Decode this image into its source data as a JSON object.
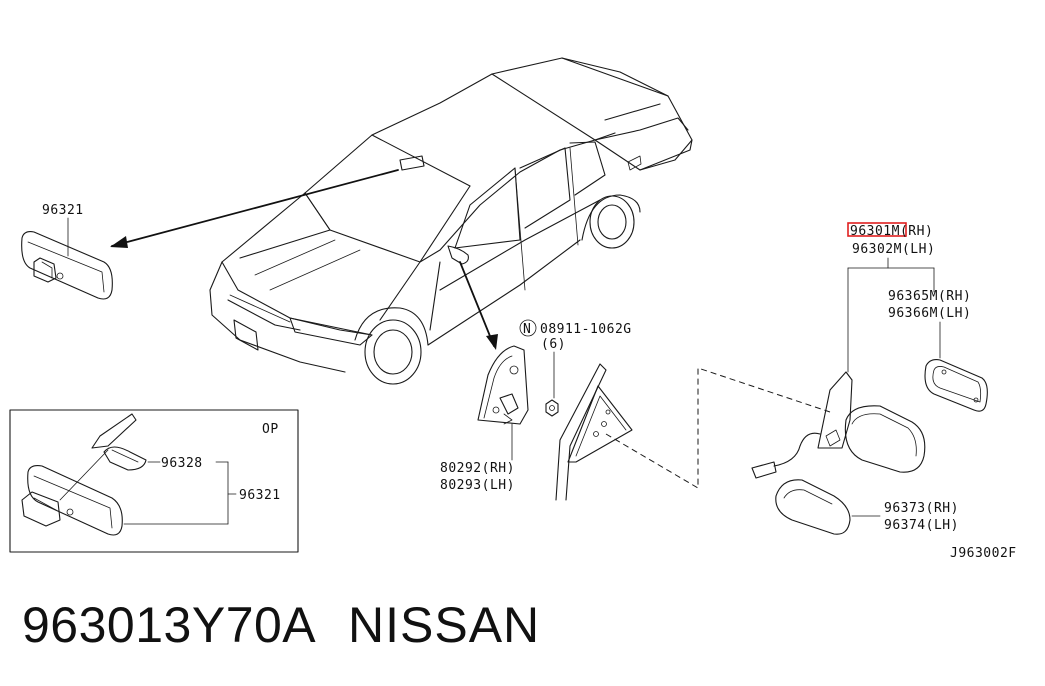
{
  "footer": {
    "part_number": "963013Y70A",
    "brand": "NISSAN"
  },
  "callouts": {
    "rear_mirror_main": "96321",
    "inset_option": "OP",
    "inset_mount": "96328",
    "inset_mirror": "96321",
    "nut_prefix": "N",
    "nut_code": "08911-1062G",
    "nut_qty": "(6)",
    "bracket_rh": "80292(RH)",
    "bracket_lh": "80293(LH)",
    "mirror_assy_rh": "96301M(RH)",
    "mirror_assy_lh": "96302M(LH)",
    "glass_rh": "96365M(RH)",
    "glass_lh": "96366M(LH)",
    "cover_rh": "96373(RH)",
    "cover_lh": "96374(LH)",
    "diagram_code": "J963002F"
  },
  "colors": {
    "ink": "#1a1a1a",
    "highlight": "#e02020"
  }
}
